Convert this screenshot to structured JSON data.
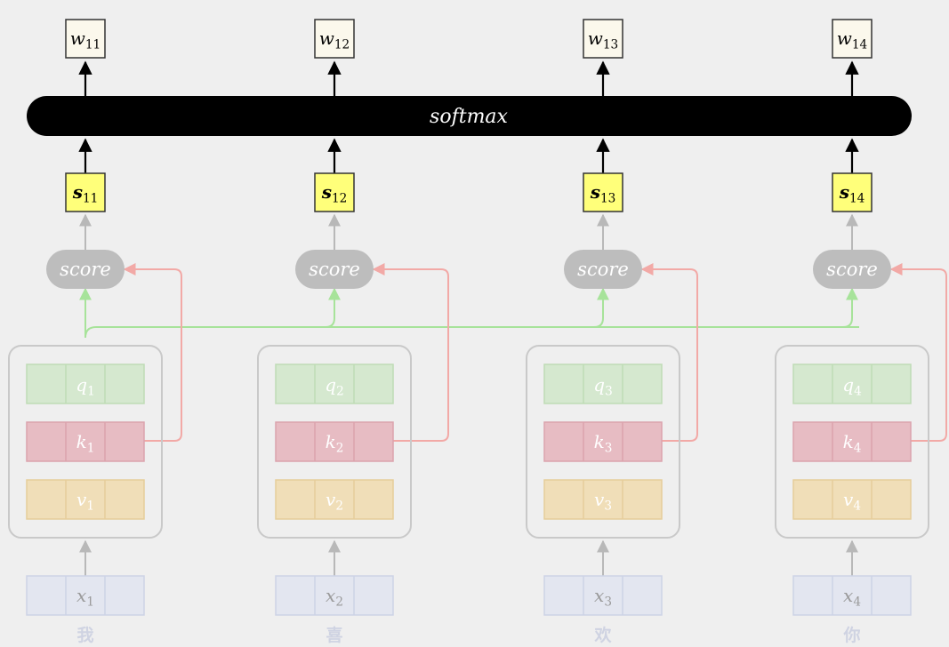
{
  "softmax_label": "softmax",
  "score_label": "score",
  "columns": [
    {
      "w": {
        "base": "w",
        "sub": "11"
      },
      "s": {
        "base": "s",
        "sub": "11"
      },
      "q": {
        "base": "q",
        "sub": "1"
      },
      "k": {
        "base": "k",
        "sub": "1"
      },
      "v": {
        "base": "v",
        "sub": "1"
      },
      "x": {
        "base": "x",
        "sub": "1"
      },
      "token": "我"
    },
    {
      "w": {
        "base": "w",
        "sub": "12"
      },
      "s": {
        "base": "s",
        "sub": "12"
      },
      "q": {
        "base": "q",
        "sub": "2"
      },
      "k": {
        "base": "k",
        "sub": "2"
      },
      "v": {
        "base": "v",
        "sub": "2"
      },
      "x": {
        "base": "x",
        "sub": "2"
      },
      "token": "喜"
    },
    {
      "w": {
        "base": "w",
        "sub": "13"
      },
      "s": {
        "base": "s",
        "sub": "13"
      },
      "q": {
        "base": "q",
        "sub": "3"
      },
      "k": {
        "base": "k",
        "sub": "3"
      },
      "v": {
        "base": "v",
        "sub": "3"
      },
      "x": {
        "base": "x",
        "sub": "3"
      },
      "token": "欢"
    },
    {
      "w": {
        "base": "w",
        "sub": "14"
      },
      "s": {
        "base": "s",
        "sub": "14"
      },
      "q": {
        "base": "q",
        "sub": "4"
      },
      "k": {
        "base": "k",
        "sub": "4"
      },
      "v": {
        "base": "v",
        "sub": "4"
      },
      "x": {
        "base": "x",
        "sub": "4"
      },
      "token": "你"
    }
  ],
  "colors": {
    "background": "#efefef",
    "weight_box": "#fbf8ec",
    "score_box": "#ffff7a",
    "softmax_bar": "#000000",
    "score_node": "#bdbdbd",
    "query": "#d5e8cf",
    "key": "#e7bcc3",
    "value": "#f0deb8",
    "input": "#e3e6f0",
    "query_line": "#a7e39a",
    "key_line": "#f2a9a6"
  }
}
